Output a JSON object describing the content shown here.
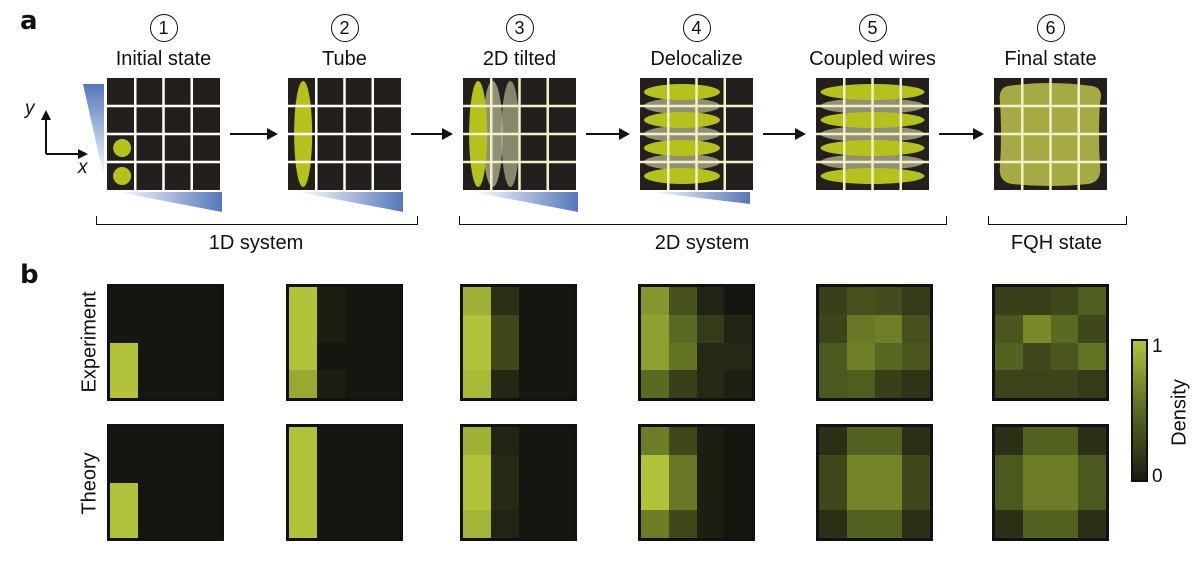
{
  "panel_a": {
    "letter": "a",
    "axes": {
      "y_label": "y",
      "x_label": "x"
    },
    "steps": [
      {
        "num": "1",
        "title": "Initial state"
      },
      {
        "num": "2",
        "title": "Tube"
      },
      {
        "num": "3",
        "title": "2D tilted"
      },
      {
        "num": "4",
        "title": "Delocalize"
      },
      {
        "num": "5",
        "title": "Coupled wires"
      },
      {
        "num": "6",
        "title": "Final state"
      }
    ],
    "groups": [
      {
        "label": "1D system",
        "steps": [
          1,
          2
        ]
      },
      {
        "label": "2D system",
        "steps": [
          3,
          4,
          5
        ]
      },
      {
        "label": "FQH state",
        "steps": [
          6
        ]
      }
    ]
  },
  "panel_b": {
    "letter": "b",
    "row_labels": [
      "Experiment",
      "Theory"
    ],
    "colorbar": {
      "label": "Density",
      "min_label": "0",
      "max_label": "1",
      "colors": [
        "#1a1a12",
        "#5a6a22",
        "#b2c23a"
      ]
    }
  },
  "chart_data": {
    "type": "heatmap",
    "title": "",
    "xlabel": "",
    "ylabel": "",
    "colorbar": {
      "label": "Density",
      "range": [
        0,
        1
      ]
    },
    "rows": [
      "Experiment",
      "Theory"
    ],
    "columns": [
      "Initial state",
      "Tube",
      "2D tilted",
      "Delocalize",
      "Coupled wires",
      "Final state"
    ],
    "grids": {
      "Experiment": [
        [
          [
            0,
            0,
            0,
            0
          ],
          [
            0,
            0,
            0,
            0
          ],
          [
            1,
            0,
            0,
            0
          ],
          [
            1,
            0,
            0,
            0
          ]
        ],
        [
          [
            1,
            0.05,
            0,
            0
          ],
          [
            1,
            0.05,
            0,
            0
          ],
          [
            1,
            0,
            0,
            0
          ],
          [
            0.85,
            0.05,
            0,
            0
          ]
        ],
        [
          [
            0.9,
            0.15,
            0,
            0
          ],
          [
            1,
            0.3,
            0,
            0
          ],
          [
            1,
            0.3,
            0,
            0
          ],
          [
            0.95,
            0.1,
            0,
            0
          ]
        ],
        [
          [
            0.75,
            0.35,
            0.08,
            0
          ],
          [
            0.8,
            0.5,
            0.22,
            0.08
          ],
          [
            0.8,
            0.55,
            0.12,
            0.12
          ],
          [
            0.5,
            0.25,
            0.12,
            0.06
          ]
        ],
        [
          [
            0.25,
            0.35,
            0.32,
            0.22
          ],
          [
            0.28,
            0.58,
            0.62,
            0.35
          ],
          [
            0.4,
            0.62,
            0.48,
            0.38
          ],
          [
            0.4,
            0.42,
            0.25,
            0.18
          ]
        ],
        [
          [
            0.25,
            0.25,
            0.3,
            0.42
          ],
          [
            0.38,
            0.68,
            0.5,
            0.3
          ],
          [
            0.45,
            0.3,
            0.38,
            0.55
          ],
          [
            0.28,
            0.28,
            0.28,
            0.22
          ]
        ]
      ],
      "Theory": [
        [
          [
            0,
            0,
            0,
            0
          ],
          [
            0,
            0,
            0,
            0
          ],
          [
            1,
            0,
            0,
            0
          ],
          [
            1,
            0,
            0,
            0
          ]
        ],
        [
          [
            1,
            0,
            0,
            0
          ],
          [
            1,
            0,
            0,
            0
          ],
          [
            1,
            0,
            0,
            0
          ],
          [
            1,
            0,
            0,
            0
          ]
        ],
        [
          [
            0.9,
            0.08,
            0,
            0
          ],
          [
            1,
            0.12,
            0,
            0
          ],
          [
            1,
            0.12,
            0,
            0
          ],
          [
            0.92,
            0.08,
            0,
            0
          ]
        ],
        [
          [
            0.6,
            0.3,
            0.05,
            0
          ],
          [
            1,
            0.58,
            0.05,
            0
          ],
          [
            1,
            0.58,
            0.05,
            0
          ],
          [
            0.6,
            0.3,
            0.05,
            0
          ]
        ],
        [
          [
            0.15,
            0.45,
            0.45,
            0.15
          ],
          [
            0.3,
            0.65,
            0.65,
            0.3
          ],
          [
            0.3,
            0.65,
            0.65,
            0.3
          ],
          [
            0.15,
            0.45,
            0.45,
            0.15
          ]
        ],
        [
          [
            0.15,
            0.45,
            0.45,
            0.15
          ],
          [
            0.4,
            0.6,
            0.6,
            0.4
          ],
          [
            0.4,
            0.6,
            0.6,
            0.4
          ],
          [
            0.15,
            0.45,
            0.45,
            0.15
          ]
        ]
      ]
    }
  }
}
